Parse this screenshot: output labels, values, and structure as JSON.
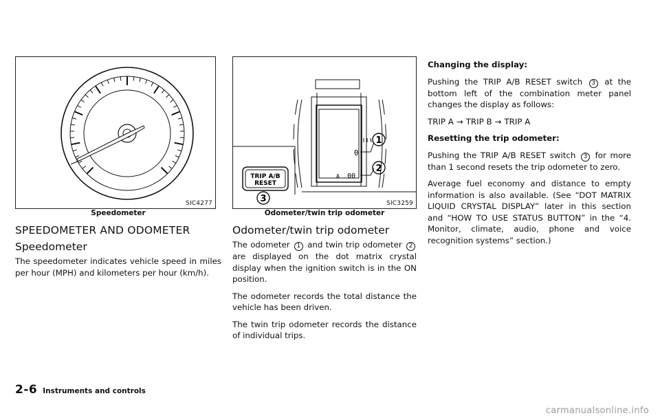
{
  "col1": {
    "figure_code": "SIC4277",
    "caption": "Speedometer",
    "heading_main": "SPEEDOMETER AND ODOMETER",
    "heading_sub": "Speedometer",
    "paragraph": "The speedometer indicates vehicle speed in miles per hour (MPH) and kilometers per hour (km/h)."
  },
  "col2": {
    "figure_code": "SIC3259",
    "caption": "Odometer/twin trip odometer",
    "button_line1": "TRIP A/B",
    "button_line2": "RESET",
    "callout_1": "1",
    "callout_2": "2",
    "callout_3": "3",
    "heading": "Odometer/twin trip odometer",
    "p1_a": "The odometer",
    "p1_num1": "1",
    "p1_b": "and twin trip odometer",
    "p1_num2": "2",
    "p1_c": "are displayed on the dot matrix crystal display when the ignition switch is in the ON position.",
    "p2": "The odometer records the total distance the vehicle has been driven.",
    "p3": "The twin trip odometer records the distance of individual trips."
  },
  "col3": {
    "heading_change": "Changing the display:",
    "p_change_a": "Pushing the TRIP A/B RESET switch",
    "p_change_num": "3",
    "p_change_b": "at the bottom left of the combination meter panel changes the display as follows:",
    "seq_1": "TRIP A",
    "seq_2": "TRIP B",
    "seq_3": "TRIP A",
    "arrow": "→",
    "heading_reset": "Resetting the trip odometer:",
    "p_reset_a": "Pushing the TRIP A/B RESET switch",
    "p_reset_num": "3",
    "p_reset_b": "for more than 1 second resets the trip odometer to zero.",
    "p_avg": "Average fuel economy and distance to empty information is also available. (See “DOT MATRIX LIQUID CRYSTAL DISPLAY” later in this section and “HOW TO USE STATUS BUTTON” in the “4. Monitor, climate, audio, phone and voice recognition systems” section.)"
  },
  "footer": {
    "page_number": "2-6",
    "section": "Instruments and controls"
  },
  "watermark": "carmanualsonline.info"
}
